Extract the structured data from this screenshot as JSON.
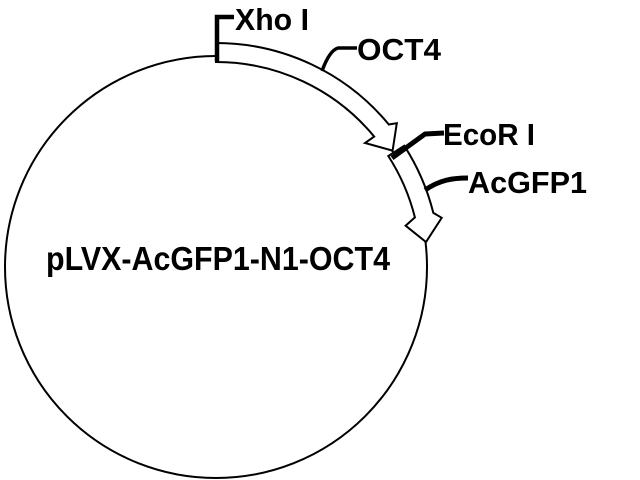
{
  "plasmid_map": {
    "name": "pLVX-AcGFP1-N1-OCT4",
    "restriction_sites": [
      {
        "label": "Xho I"
      },
      {
        "label": "EcoR I"
      }
    ],
    "genes": [
      {
        "label": "OCT4"
      },
      {
        "label": "AcGFP1"
      }
    ],
    "colors": {
      "line": "#000000",
      "background": "#ffffff"
    }
  }
}
